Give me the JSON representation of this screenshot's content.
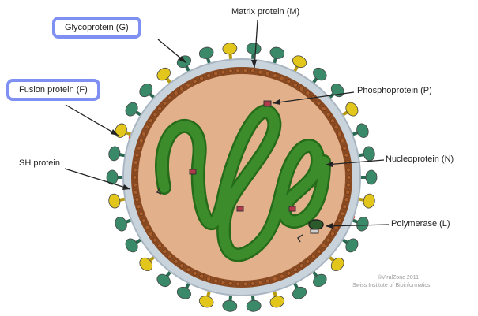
{
  "labels": {
    "glycoprotein": "Glycoprotein (G)",
    "fusion": "Fusion protein (F)",
    "sh": "SH protein",
    "matrix": "Matrix protein (M)",
    "phospho": "Phosphoprotein (P)",
    "nucleo": "Nucleoprotein (N)",
    "polymerase": "Polymerase (L)"
  },
  "credit": {
    "line1": "©ViralZone 2011",
    "line2": "Swiss Institute of Bioinformatics"
  },
  "colors": {
    "highlight_border": "#7f8ff2",
    "interior": "#e2b08a",
    "matrix_layer": "#8a4a22",
    "membrane": "#c9d3dc",
    "nucleocapsid": "#3d8c2c",
    "nucleocapsid_edge": "#256b1a",
    "glycoprotein_spike": "#3a8a6a",
    "fusion_spike": "#e2c61c",
    "sh_protein": "#d2402a"
  }
}
